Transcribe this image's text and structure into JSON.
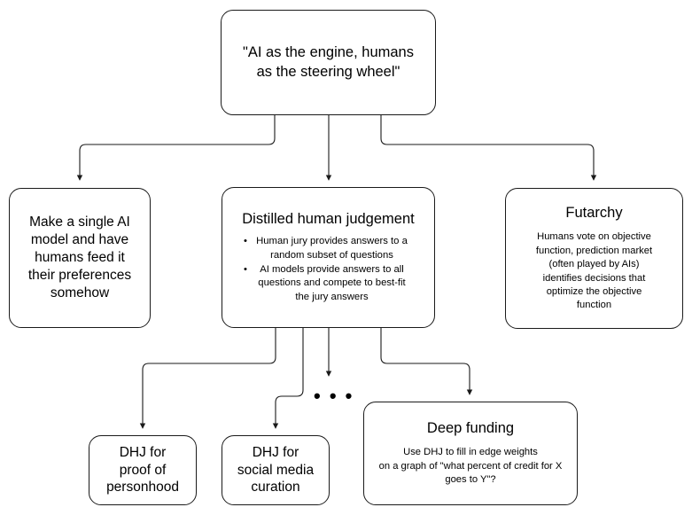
{
  "diagram": {
    "background_color": "#ffffff",
    "line_color": "#1a1a1a",
    "text_color": "#000000",
    "ellipsis": "• • •",
    "nodes": {
      "root": {
        "title": "\"AI as the engine, humans\nas the steering wheel\""
      },
      "single_ai": {
        "body": "Make a single AI\nmodel and have\nhumans feed it\ntheir preferences\nsomehow"
      },
      "dhj": {
        "title": "Distilled human judgement",
        "bullets": [
          "Human jury provides answers\nto a random subset of\nquestions",
          "AI models provide answers to\nall questions and compete to\nbest-fit the jury answers"
        ]
      },
      "futarchy": {
        "title": "Futarchy",
        "body": "Humans vote on objective\nfunction, prediction market\n(often played by AIs)\nidentifies decisions that\noptimize the objective\nfunction"
      },
      "dhj_personhood": {
        "title": "DHJ for\nproof of\npersonhood"
      },
      "dhj_social_media": {
        "title": "DHJ for\nsocial media\ncuration"
      },
      "deep_funding": {
        "title": "Deep funding",
        "body": "Use DHJ to fill in edge weights\non a graph of \"what percent of credit for X\ngoes to Y\"?"
      }
    }
  }
}
